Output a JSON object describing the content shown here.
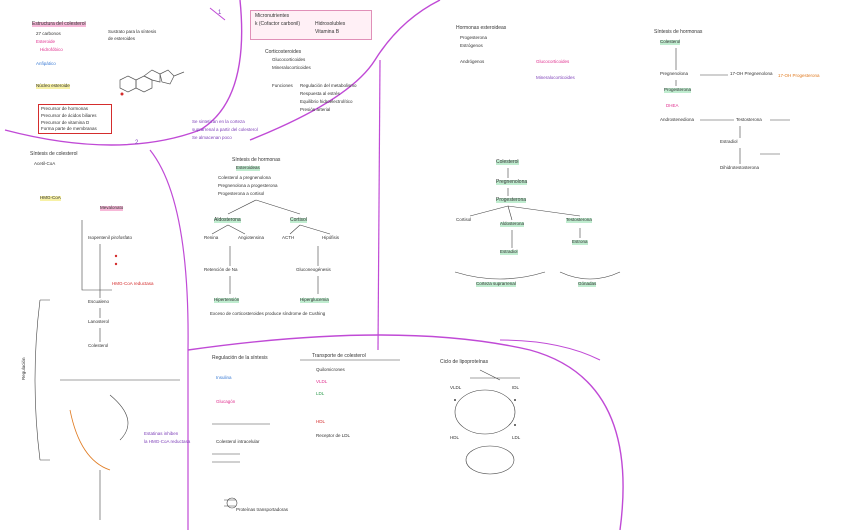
{
  "section_numbers": {
    "one": "1",
    "two": "2"
  },
  "colors": {
    "divider": "#c04ad6",
    "highlight_pink": "#f7b8d8",
    "highlight_green": "#bfeccf",
    "highlight_yellow": "#f7f1a6"
  },
  "top_center": {
    "box_label": "Micronutrientes",
    "row_a": "k (Cofactor carbonil)",
    "row_b": "Hidrosolubles",
    "row_c": "Vitamina B"
  },
  "section1": {
    "title": "Estructura del colesterol",
    "line1": "27 carbonos",
    "line2": "Esteroide",
    "line3": "Hidrofóbico",
    "line4": "Anfipático",
    "label_nucleus": "Núcleo esteroide",
    "bottom_a": "Precursor de hormonas",
    "bottom_b": "Precursor de ácidos biliares",
    "bottom_c": "Precursor de vitamina D",
    "bottom_d": "Forma parte de membranas",
    "right_a": "Sustrato para la síntesis",
    "right_b": "de esteroides"
  },
  "center_top": {
    "heading": "Corticosteroides",
    "bullet1": "Glucocorticoides",
    "bullet2": "Mineralocorticoides",
    "func_title": "Funciones",
    "func1": "Regulación del metabolismo",
    "func2": "Respuesta al estrés",
    "func3": "Equilibrio hidroelectrolítico",
    "func4": "Presión arterial",
    "note1": "Se sintetizan en la corteza",
    "note2": "suprarrenal a partir del colesterol",
    "note3": "Se almacenan poco"
  },
  "center_mid": {
    "title": "Síntesis de hormonas",
    "subtitle": "Esteroideas",
    "step1": "Colesterol a pregnenolona",
    "step2": "Pregnenolona a progesterona",
    "step3": "Progesterona a cortisol",
    "branch_left": "Aldosterona",
    "branch_right": "Cortisol",
    "leaf1": "Renina",
    "leaf2": "Angiotensina",
    "leaf3": "ACTH",
    "leaf4": "Hipófisis",
    "row_left": "Retención de Na",
    "row_right": "Gluconeogénesis",
    "bottom_left": "Hipertensión",
    "bottom_right": "Hiperglucemia",
    "footer": "Exceso de corticosteroides produce síndrome de Cushing"
  },
  "right_top": {
    "title": "Hormonas esteroideas",
    "l1": "Progesterona",
    "l2": "Estrógenos",
    "l3": "Andrógenos",
    "l4": "Glucocorticoides",
    "l5": "Mineralocorticoides",
    "flow1": "Colesterol",
    "flow2": "Pregnenolona",
    "flow3": "Progesterona",
    "mid_left": "Cortisol",
    "mid_center": "Aldosterona",
    "mid_right": "Testosterona",
    "low1": "Estradiol",
    "low2": "Estrona",
    "bottom_left": "Corteza suprarrenal",
    "bottom_right": "Gónadas"
  },
  "far_right": {
    "title": "Síntesis de hormonas",
    "l1": "Colesterol",
    "l2": "Pregnenolona",
    "l3": "Progesterona",
    "l4": "17-OH Pregnenolona",
    "l5": "17-OH Progesterona",
    "l6": "DHEA",
    "l7": "Androstenediona",
    "l8": "Testosterona",
    "l9": "Estradiol",
    "l10": "Dihidrotestosterona"
  },
  "left_column": {
    "title": "Síntesis de colesterol",
    "l1": "Acetil-CoA",
    "l2": "HMG-CoA",
    "l3": "Mevalonato",
    "l4": "Isopentenil pirofosfato",
    "l5": "Escualeno",
    "l6": "Lanosterol",
    "l7": "Colesterol",
    "enzyme": "HMG-CoA reductasa",
    "side_label": "Regulación",
    "note_a": "Estatinas inhiben",
    "note_b": "la HMG-CoA reductasa"
  },
  "bottom_center": {
    "title_left": "Regulación de la síntesis",
    "title_right": "Transporte de colesterol",
    "l1": "Insulina",
    "l2": "Glucagón",
    "l3": "Colesterol intracelular",
    "r1": "Quilomicrones",
    "r2": "VLDL",
    "r3": "LDL",
    "r4": "HDL",
    "r5": "Receptor de LDL",
    "footer": "Proteínas transportadoras"
  },
  "bottom_right": {
    "title": "Ciclo de lipoproteínas",
    "c1": "VLDL",
    "c2": "IDL",
    "c3": "LDL",
    "c4": "HDL"
  }
}
